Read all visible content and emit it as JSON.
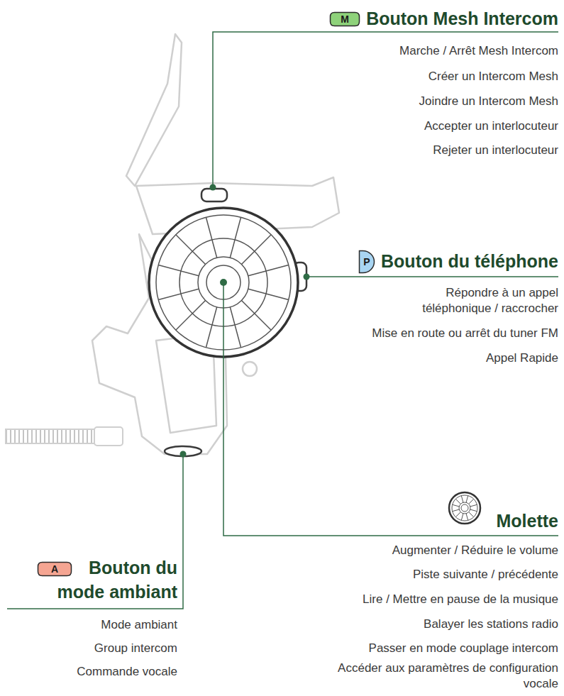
{
  "diagram": {
    "nodes": [
      {
        "text": [
          "M"
        ]
      },
      {
        "text": [
          "P"
        ]
      },
      {
        "text": [
          "A"
        ]
      }
    ],
    "labels": [
      "Bouton Mesh Intercom",
      "Marche / Arrêt Mesh Intercom",
      "Créer un Intercom Mesh",
      "Joindre un Intercom Mesh",
      "Accepter un interlocuteur",
      "Rejeter un interlocuteur",
      "Bouton du téléphone",
      "Répondre à un appel téléphonique / raccrocher",
      "Mise en route ou arrêt du tuner FM",
      "Appel Rapide",
      "Molette",
      "Augmenter / Réduire le volume",
      "Piste suivante / précédente",
      "Lire / Mettre en pause de la musique",
      "Balayer les stations radio",
      "Passer en mode couplage intercom",
      "Accéder aux paramètres de configuration vocale",
      "Bouton du mode ambiant",
      "Mode ambiant",
      "Group intercom",
      "Commande vocale"
    ]
  }
}
